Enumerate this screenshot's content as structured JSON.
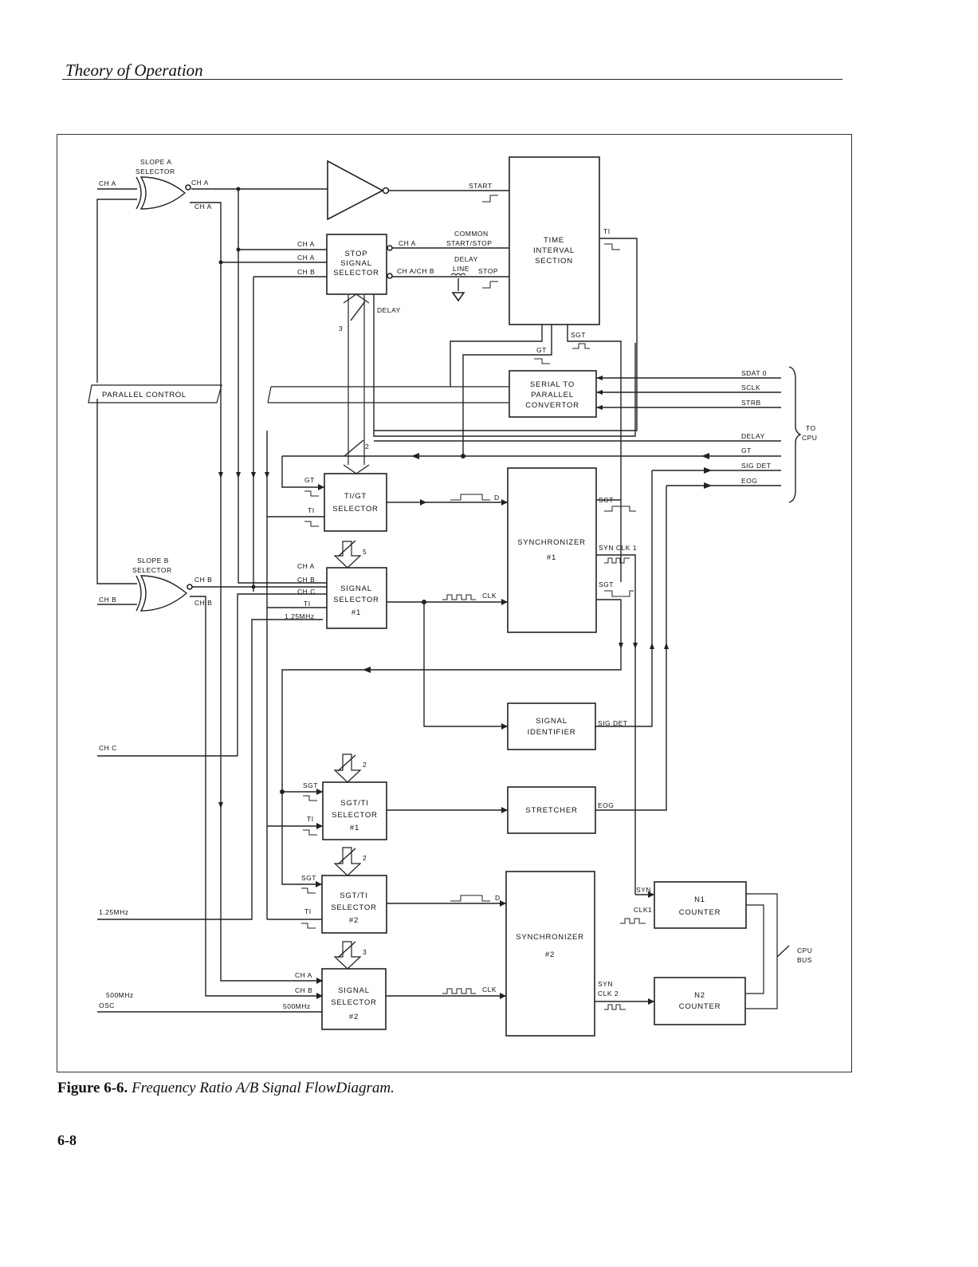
{
  "header": {
    "title": "Theory of Operation"
  },
  "caption": {
    "number": "Figure 6-6.",
    "title": "Frequency Ratio A/B Signal FlowDiagram."
  },
  "page_number": "6-8",
  "blocks": {
    "time_interval": [
      "TIME",
      "INTERVAL",
      "SECTION"
    ],
    "stop_selector": [
      "STOP",
      "SIGNAL",
      "SELECTOR"
    ],
    "serial_to_parallel": [
      "SERIAL TO",
      "PARALLEL",
      "CONVERTOR"
    ],
    "ti_gt_selector": [
      "TI/GT",
      "SELECTOR"
    ],
    "synchronizer_1": [
      "SYNCHRONIZER",
      "#1"
    ],
    "signal_selector_1": [
      "SIGNAL",
      "SELECTOR",
      "#1"
    ],
    "signal_identifier": [
      "SIGNAL",
      "IDENTIFIER"
    ],
    "sgt_ti_selector_1": [
      "SGT/TI",
      "SELECTOR",
      "#1"
    ],
    "stretcher": [
      "STRETCHER"
    ],
    "sgt_ti_selector_2": [
      "SGT/TI",
      "SELECTOR",
      "#2"
    ],
    "synchronizer_2": [
      "SYNCHRONIZER",
      "#2"
    ],
    "signal_selector_2": [
      "SIGNAL",
      "SELECTOR",
      "#2"
    ],
    "n1_counter": [
      "N1",
      "COUNTER"
    ],
    "n2_counter": [
      "N2",
      "COUNTER"
    ]
  },
  "gates": {
    "slope_a": [
      "SLOPE A",
      "SELECTOR"
    ],
    "slope_b": [
      "SLOPE B",
      "SELECTOR"
    ]
  },
  "labels": {
    "cha": "CH A",
    "chb": "CH B",
    "chc": "CH C",
    "osc_500": [
      "500MHz",
      "OSC"
    ],
    "mhz125": "1.25MHz",
    "parallel_control": "PARALLEL CONTROL",
    "start": "START",
    "stop": "STOP",
    "common": [
      "COMMON",
      "START/STOP"
    ],
    "delay_line": [
      "DELAY",
      "LINE"
    ],
    "delay": "DELAY",
    "cha_chb": "CH A/CH B",
    "ti": "TI",
    "gt": "GT",
    "sgt": "SGT",
    "d": "D",
    "clk": "CLK",
    "syn_clk1": "SYN CLK 1",
    "syn_clk2": [
      "SYN",
      "CLK 2"
    ],
    "syn": "SYN",
    "clk1": "CLK1",
    "sig_det": "SIG DET",
    "eog": "EOG",
    "mhz500": "500MHz",
    "cpu_bus": [
      "CPU",
      "BUS"
    ],
    "to_cpu": [
      "TO",
      "CPU"
    ],
    "bus_widths": [
      "3",
      "2",
      "5",
      "2",
      "2",
      "3"
    ]
  },
  "cpu_signals": [
    "SDAT 0",
    "SCLK",
    "STRB",
    "DELAY",
    "GT",
    "SIG DET",
    "EOG"
  ]
}
